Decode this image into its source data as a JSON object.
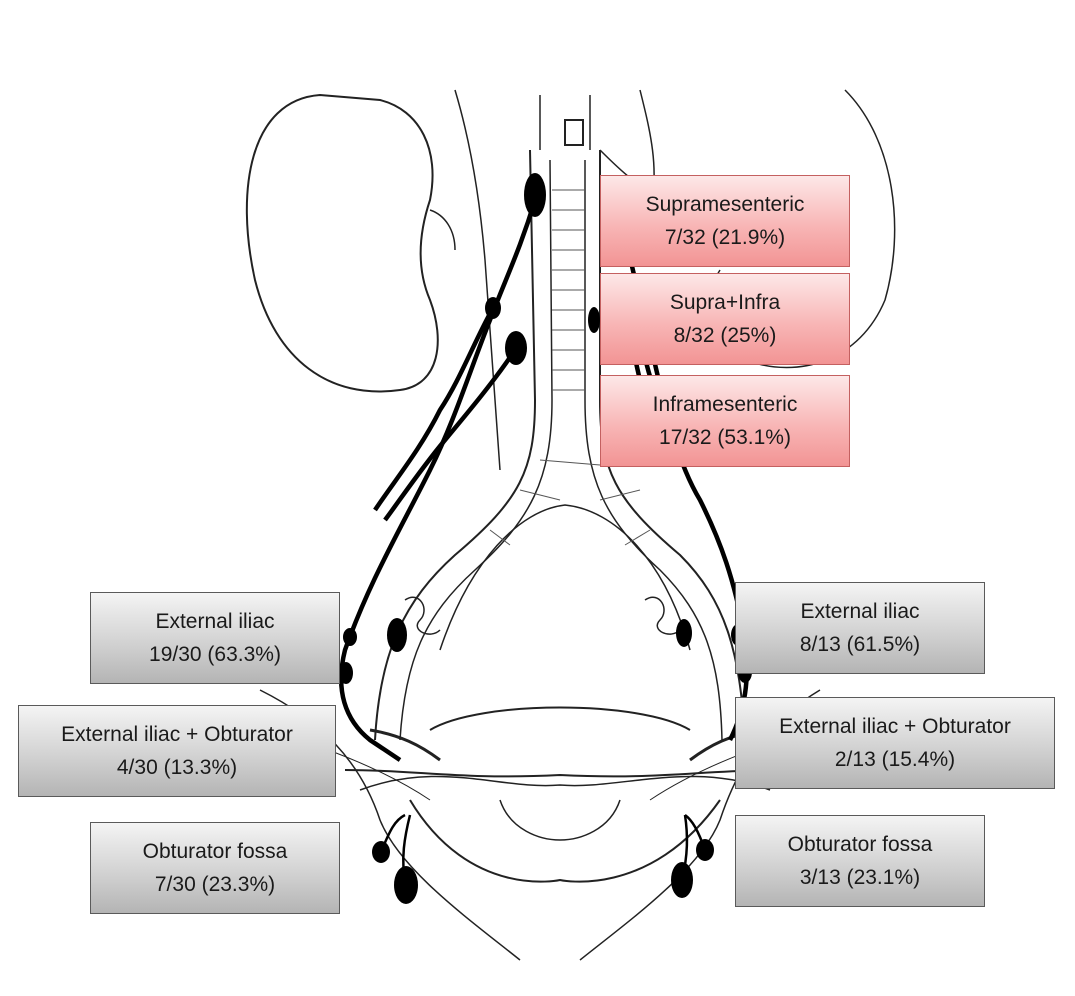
{
  "para_aortic": [
    {
      "region": "Supramesenteric",
      "stat": "7/32 (21.9%)"
    },
    {
      "region": "Supra+Infra",
      "stat": "8/32 (25%)"
    },
    {
      "region": "Inframesenteric",
      "stat": "17/32 (53.1%)"
    }
  ],
  "pelvic_left": [
    {
      "region": "External iliac",
      "stat": "19/30 (63.3%)"
    },
    {
      "region": "External iliac + Obturator",
      "stat": "4/30 (13.3%)"
    },
    {
      "region": "Obturator fossa",
      "stat": "7/30 (23.3%)"
    }
  ],
  "pelvic_right": [
    {
      "region": "External iliac",
      "stat": "8/13 (61.5%)"
    },
    {
      "region": "External iliac + Obturator",
      "stat": "2/13 (15.4%)"
    },
    {
      "region": "Obturator fossa",
      "stat": "3/13 (23.1%)"
    }
  ],
  "colors": {
    "para_aortic_box": "#f6a9a9",
    "pelvic_box": "#c8c8c8",
    "lymph_node": "#000000",
    "line_art": "#222222"
  }
}
